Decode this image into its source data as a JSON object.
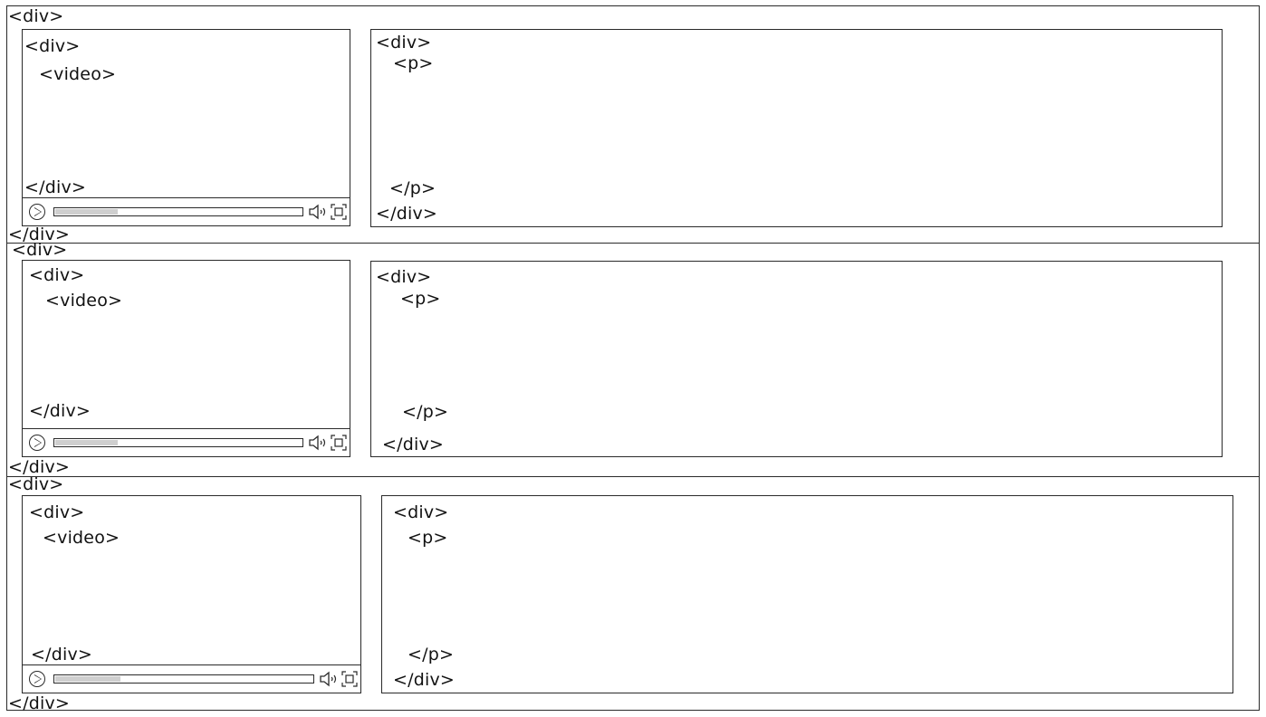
{
  "rows": [
    {
      "open_tag": "<div>",
      "close_tag": "</div>",
      "video_box": {
        "open_tag": "<div>",
        "inner_tag": "<video>",
        "close_tag": "</div>",
        "progress": 0.25
      },
      "text_box": {
        "open_tag": "<div>",
        "inner_open": "<p>",
        "inner_close": "</p>",
        "close_tag": "</div>"
      }
    },
    {
      "open_tag": "<div>",
      "close_tag": "</div>",
      "video_box": {
        "open_tag": "<div>",
        "inner_tag": "<video>",
        "close_tag": "</div>",
        "progress": 0.25
      },
      "text_box": {
        "open_tag": "<div>",
        "inner_open": "<p>",
        "inner_close": "</p>",
        "close_tag": "</div>"
      }
    },
    {
      "open_tag": "<div>",
      "close_tag": "</div>",
      "video_box": {
        "open_tag": "<div>",
        "inner_tag": "<video>",
        "close_tag": "</div>",
        "progress": 0.25
      },
      "text_box": {
        "open_tag": "<div>",
        "inner_open": "<p>",
        "inner_close": "</p>",
        "close_tag": "</div>"
      }
    }
  ],
  "icons": {
    "play": "play-icon",
    "volume": "volume-icon",
    "fullscreen": "fullscreen-icon"
  },
  "colors": {
    "line": "#2a2a2a",
    "progress_fill": "#cfcfcf",
    "background": "#ffffff"
  }
}
